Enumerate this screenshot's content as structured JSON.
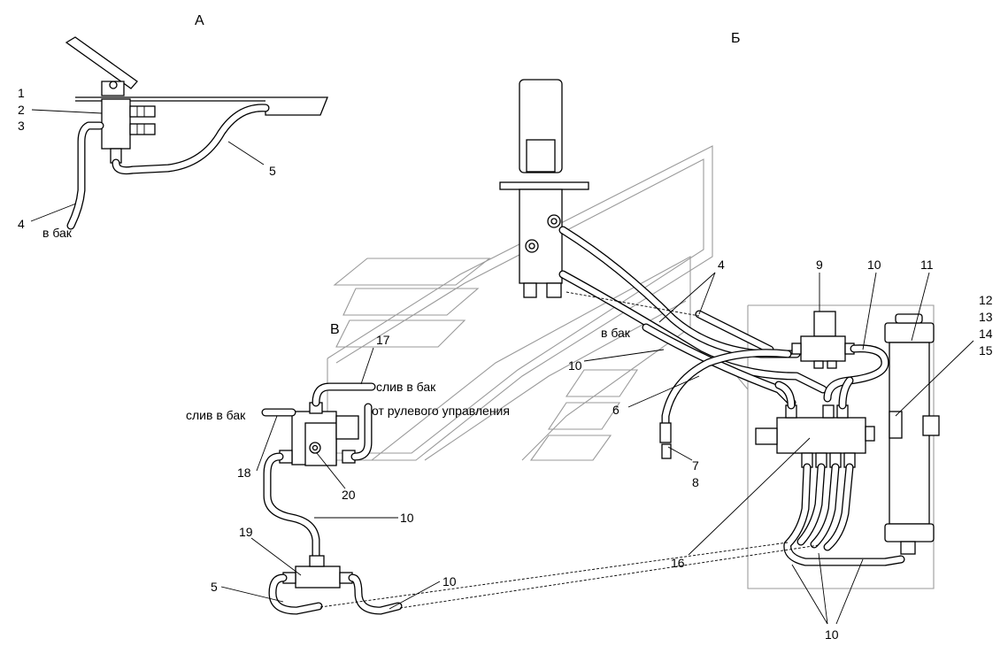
{
  "views": {
    "a": "А",
    "b": "Б",
    "v": "В"
  },
  "labels": {
    "n1": "1",
    "n2": "2",
    "n3": "3",
    "n4a": "4",
    "n5a": "5",
    "n4b": "4",
    "n6": "6",
    "n7": "7",
    "n8": "8",
    "n9": "9",
    "n10a": "10",
    "n10b": "10",
    "n10c": "10",
    "n10d": "10",
    "n10e": "10",
    "n11": "11",
    "n12": "12",
    "n13": "13",
    "n14": "14",
    "n15": "15",
    "n16": "16",
    "n17": "17",
    "n18": "18",
    "n19": "19",
    "n20": "20",
    "n5b": "5"
  },
  "texts": {
    "to_tank_a": "в бак",
    "to_tank_b": "в бак",
    "drain_tank_1": "слив в бак",
    "drain_tank_2": "слив в бак",
    "from_steering": "от рулевого управления"
  }
}
